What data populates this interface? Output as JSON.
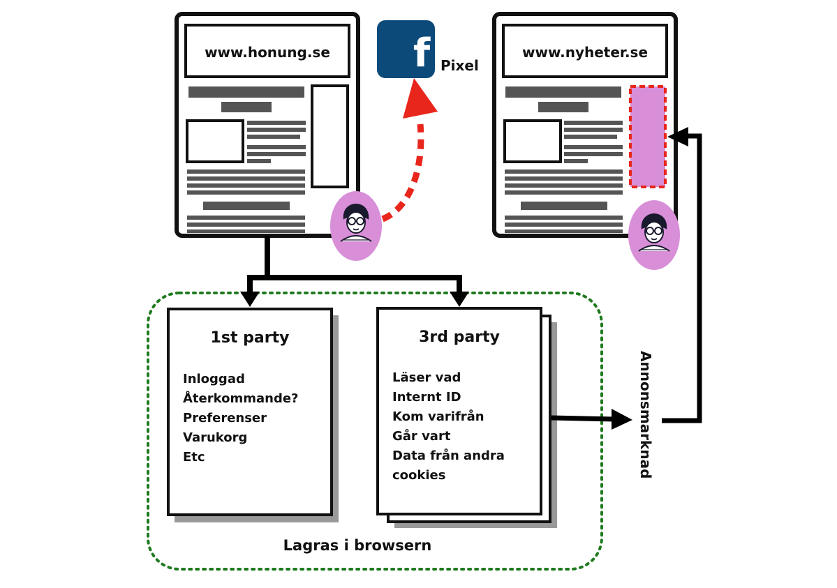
{
  "left_site": {
    "url": "www.honung.se"
  },
  "right_site": {
    "url": "www.nyheter.se"
  },
  "facebook": {
    "logo_letter": "f",
    "label": "Pixel",
    "color": "#0c4a7a"
  },
  "first_party": {
    "title": "1st party",
    "items": [
      "Inloggad",
      "Återkommande?",
      "Preferenser",
      "Varukorg",
      "Etc"
    ]
  },
  "third_party": {
    "title": "3rd party",
    "items": [
      "Läser vad",
      "Internt ID",
      "Kom varifrån",
      "Går vart",
      "Data från andra",
      "cookies"
    ]
  },
  "browser_storage": {
    "label": "Lagras i browsern",
    "border_color": "#1f7a1f"
  },
  "ad_market": {
    "label": "Annonsmarknad"
  },
  "colors": {
    "ad_slot": "#d88fd8",
    "ad_slot_border": "#e8261c",
    "tracking_arrow": "#e8261c",
    "avatar_bg": "#d88fd8",
    "placeholder_bar": "#555555"
  },
  "icons": [
    "user-avatar-icon",
    "facebook-icon",
    "arrow-icon"
  ]
}
